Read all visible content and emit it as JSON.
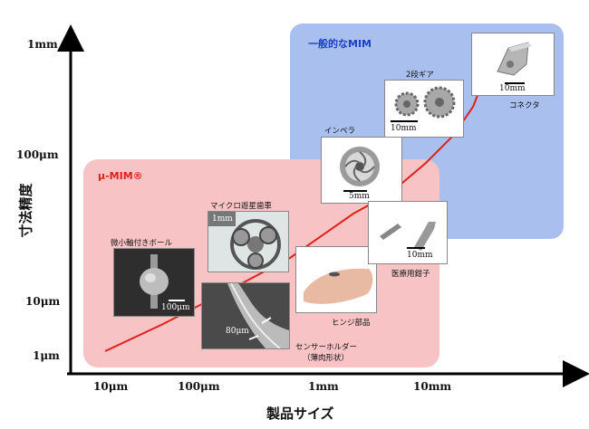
{
  "zones": {
    "mim_label": "一般的なMIM",
    "micro_label": "μ-MIM®",
    "mim_color": "#a9c0ee",
    "micro_color": "#f7c3c5",
    "curve_color": "#e0201a"
  },
  "axes": {
    "y_title": "寸法精度",
    "x_title": "製品サイズ",
    "y_ticks": [
      "1mm",
      "100μm",
      "10μm",
      "1μm"
    ],
    "x_ticks": [
      "10μm",
      "100μm",
      "1mm",
      "10mm"
    ]
  },
  "products": {
    "ball": {
      "label": "微小軸付きボール",
      "scale": "100μm"
    },
    "gear_planet": {
      "label": "マイクロ遊星歯車",
      "scale": "1mm"
    },
    "sensor": {
      "label_line1": "センサーホルダー",
      "label_line2": "（薄肉形状）",
      "scale": "80μm"
    },
    "hinge": {
      "label": "ヒンジ部品"
    },
    "impeller": {
      "label": "インペラ",
      "scale": "5mm"
    },
    "forceps": {
      "label": "医療用鉗子",
      "scale": "10mm"
    },
    "two_gear": {
      "label": "2段ギア",
      "scale": "10mm"
    },
    "connector": {
      "label": "コネクタ",
      "scale": "10mm"
    }
  }
}
